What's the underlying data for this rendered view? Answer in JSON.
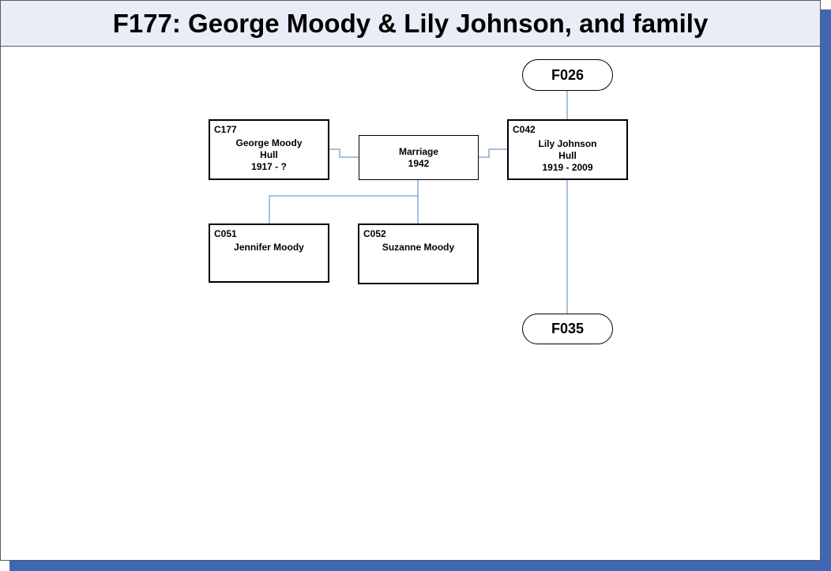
{
  "title": "F177: George Moody & Lily Johnson, and family",
  "colors": {
    "connector": "#4f81bd",
    "shadow": "#3f68b4",
    "header_bg": "#e9edf7"
  },
  "father": {
    "code": "C177",
    "name": "George Moody",
    "place": "Hull",
    "dates": "1917 - ?"
  },
  "mother": {
    "code": "C042",
    "name": "Lily Johnson",
    "place": "Hull",
    "dates": "1919 - 2009"
  },
  "marriage": {
    "label": "Marriage",
    "year": "1942"
  },
  "children": [
    {
      "code": "C051",
      "name": "Jennifer Moody"
    },
    {
      "code": "C052",
      "name": "Suzanne Moody"
    }
  ],
  "parent_family": {
    "label": "F026"
  },
  "child_family": {
    "label": "F035"
  }
}
